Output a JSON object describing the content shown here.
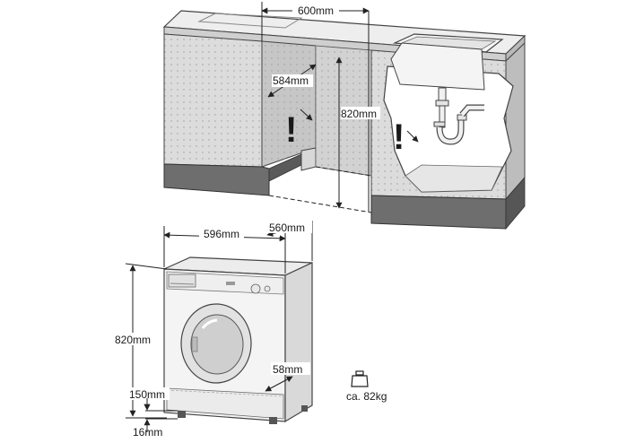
{
  "cabinet": {
    "width": "600mm",
    "depth": "584mm",
    "height": "820mm",
    "warning_left": "!",
    "warning_right": "!"
  },
  "appliance": {
    "width": "596mm",
    "depth": "560mm",
    "height": "820mm",
    "plinth_height": "150mm",
    "feet_height": "16mm",
    "plinth_depth": "58mm",
    "weight": "ca. 82kg",
    "weight_icon": "weight-icon"
  },
  "colors": {
    "line": "#222222",
    "worktop": "#eeeeee",
    "cabinet_front": "#dcdcdc",
    "cabinet_side": "#c4c4c4",
    "plinth": "#6e6e6e",
    "machine": "#f2f2f2",
    "machine_side": "#d9d9d9"
  }
}
